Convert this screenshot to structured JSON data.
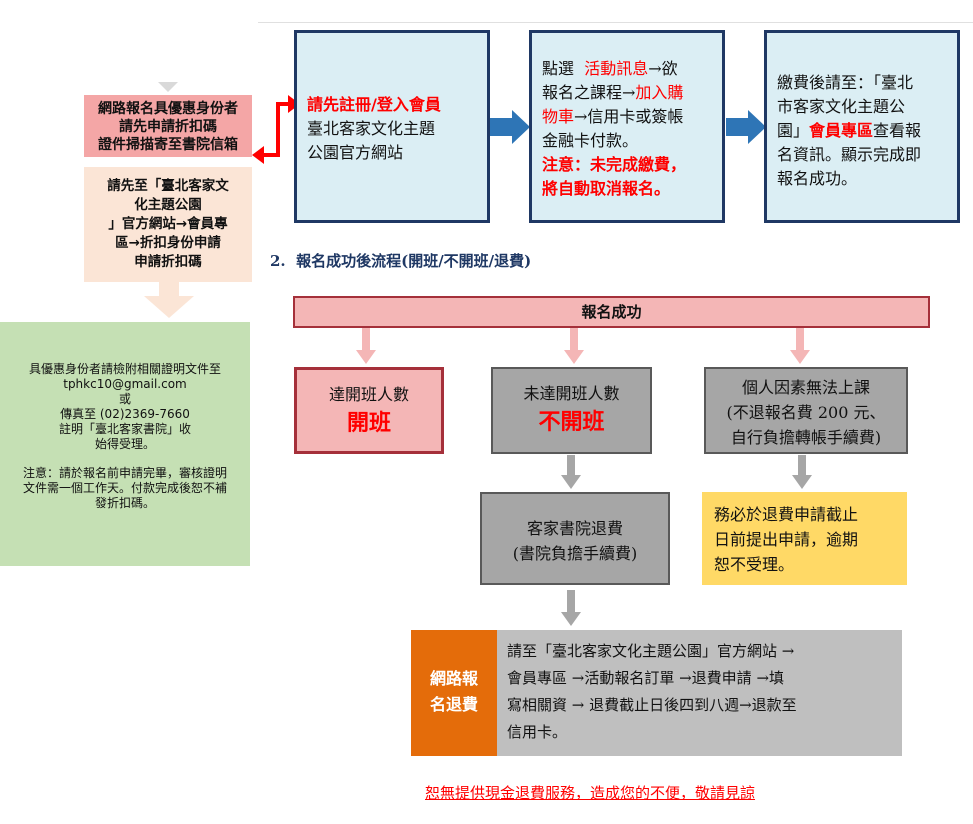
{
  "left": {
    "red_header": [
      "網路報名具優惠身份者",
      "請先申請折扣碼",
      "證件掃描寄至書院信箱"
    ],
    "peach_text": [
      "請先至「臺北客家文",
      "化主題公園",
      "」官方網站→會員專",
      "區→折扣身份申請",
      "申請折扣碼"
    ],
    "green_text": [
      "具優惠身份者請檢附相關證明文件至",
      "tphkc10@gmail.com",
      "或",
      "傳真至 (02)2369-7660",
      "註明「臺北客家書院」收",
      "始得受理。"
    ],
    "green_note": [
      "注意：請於報名前申請完畢，審核證明",
      "文件需一個工作天。付款完成後恕不補",
      "發折扣碼。"
    ]
  },
  "top": {
    "box1_red": "請先註冊/登入會員",
    "box1_text": [
      "臺北客家文化主題",
      "公園官方網站"
    ],
    "box2_prefix": "點選",
    "box2_red1": "活動訊息",
    "box2_mid1": "→欲",
    "box2_mid2": "報名之課程→",
    "box2_red2a": "加入購",
    "box2_red2b": "物車",
    "box2_mid3": "→信用卡或簽帳",
    "box2_mid4": "金融卡付款。",
    "box2_warn": [
      "注意：未完成繳費，",
      "將自動取消報名。"
    ],
    "box3_text1": [
      "繳費後請至：「臺北",
      "市客家文化主題公"
    ],
    "box3_pre": "園」",
    "box3_red": "會員專區",
    "box3_post": "查看報",
    "box3_text2": [
      "名資訊。顯示完成即",
      "報名成功。"
    ]
  },
  "section2": {
    "heading": "2.  報名成功後流程(開班/不開班/退費)",
    "success": "報名成功",
    "open_label": "達開班人數",
    "open_big": "開班",
    "notopen_label": "未達開班人數",
    "notopen_big": "不開班",
    "personal": [
      "個人因素無法上課",
      "(不退報名費 200 元、",
      "自行負擔轉帳手續費)"
    ],
    "refund_note": [
      "務必於退費申請截止",
      "日前提出申請，逾期",
      "恕不受理。"
    ],
    "academy_refund": [
      "客家書院退費",
      "(書院負擔手續費)"
    ],
    "online_refund": [
      "網路報",
      "名退費"
    ],
    "online_steps": [
      "請至「臺北客家文化主題公園」官方網站 →",
      "會員專區 →活動報名訂單 →退費申請 →填",
      "寫相關資 → 退費截止日後四到八週→退款至",
      "信用卡。"
    ],
    "footer": "恕無提供現金退費服務，造成您的不便，敬請見諒"
  },
  "colors": {
    "red": "#ff0000",
    "navy": "#1f3864",
    "orange": "#e46c0a",
    "light_blue": "#dbeef4"
  }
}
